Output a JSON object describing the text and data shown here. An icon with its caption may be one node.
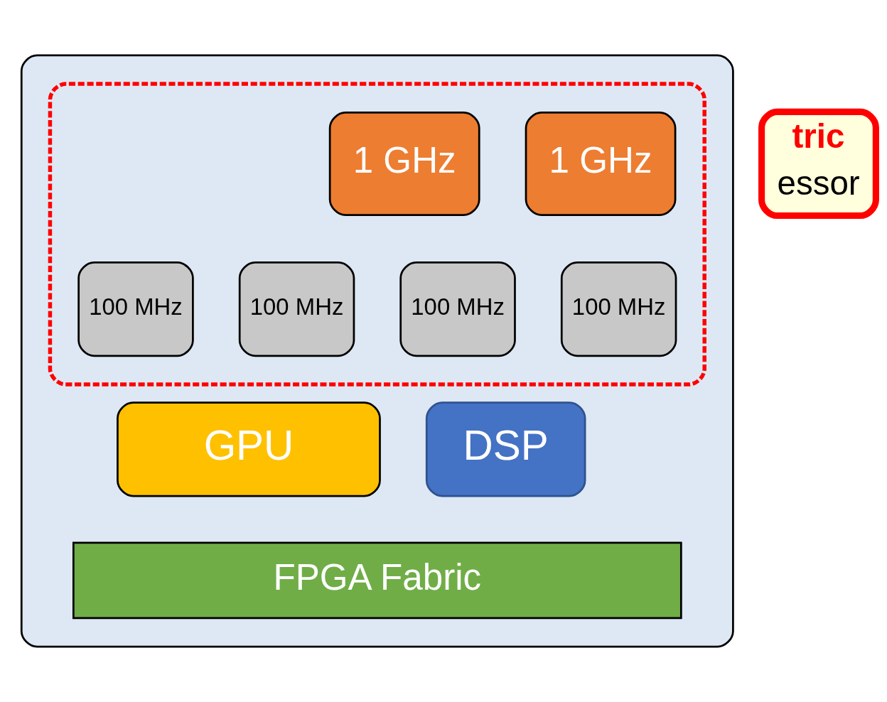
{
  "diagram": {
    "nodes": [
      {
        "text": [],
        "shape": "box"
      },
      {
        "text": [],
        "shape": "box",
        "in": 0
      },
      {
        "text": [
          "1 GHz"
        ],
        "in": 1
      },
      {
        "text": [
          "1 GHz"
        ],
        "in": 1
      },
      {
        "text": [
          "100 MHz"
        ],
        "in": 1
      },
      {
        "text": [
          "100 MHz"
        ],
        "in": 1
      },
      {
        "text": [
          "100 MHz"
        ],
        "in": 1
      },
      {
        "text": [
          "100 MHz"
        ],
        "in": 1
      },
      {
        "text": [
          "GPU"
        ],
        "in": 0
      },
      {
        "text": [
          "DSP"
        ],
        "in": 0
      },
      {
        "text": [
          "FPGA Fabric"
        ],
        "in": 0
      },
      {
        "text": [
          "tric",
          "essor"
        ]
      }
    ]
  }
}
